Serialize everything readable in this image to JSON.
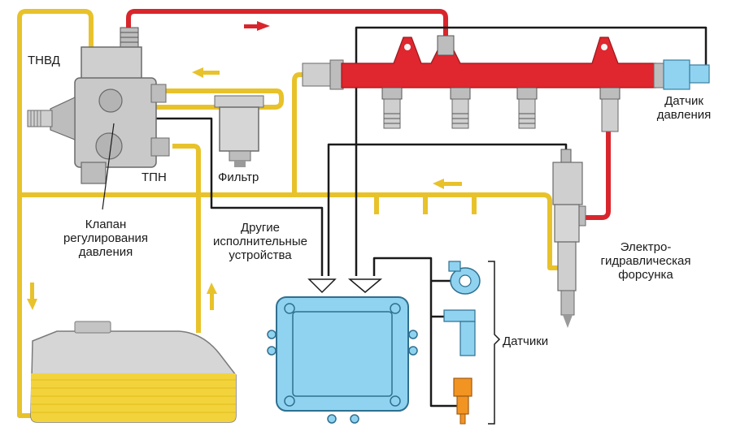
{
  "labels": {
    "hp_pump": "ТНВД",
    "lp_pump": "ТПН",
    "filter": "Фильтр",
    "valve": [
      "Клапан",
      "регулирования",
      "давления"
    ],
    "actuators": [
      "Другие",
      "исполнительные",
      "устройства"
    ],
    "pressure_sensor": [
      "Датчик",
      "давления"
    ],
    "injector": [
      "Электро-",
      "гидравлическая",
      "форсунка"
    ],
    "sensors": "Датчики"
  },
  "colors": {
    "fuel_low": "#f2d33c",
    "fuel_high": "#d8262c",
    "ecu": "#8fd3f0",
    "metal": "#c8c8c8",
    "wire": "#1a1a1a"
  }
}
